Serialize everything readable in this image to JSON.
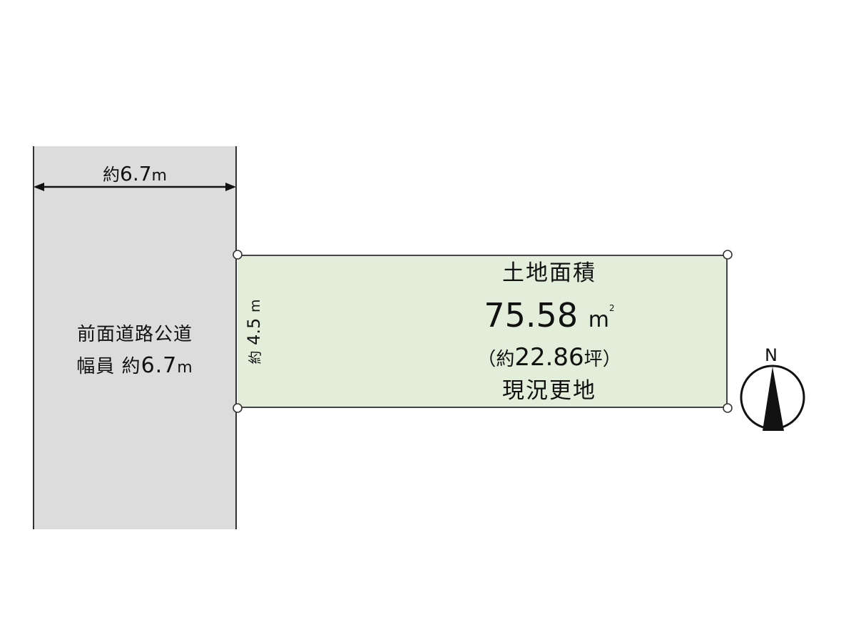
{
  "road": {
    "width_dimension": {
      "prefix": "約",
      "value": "6.7",
      "unit": "m"
    },
    "label_line1": "前面道路公道",
    "label_line2": {
      "prefix": "幅員",
      "approx": "約",
      "value": "6.7",
      "unit": "m"
    },
    "fill_color": "#dcdcdc"
  },
  "lot": {
    "side_dimension": {
      "prefix": "約",
      "value": "4.5",
      "unit": "m"
    },
    "title": "土地面積",
    "area": {
      "value": "75.58",
      "unit": "m",
      "sup": "2"
    },
    "tsubo": {
      "open": "（",
      "prefix": "約",
      "value": "22.86",
      "unit": "坪",
      "close": "）"
    },
    "status": "現況更地",
    "fill_color": "#e2eed9"
  },
  "compass": {
    "label": "N"
  }
}
